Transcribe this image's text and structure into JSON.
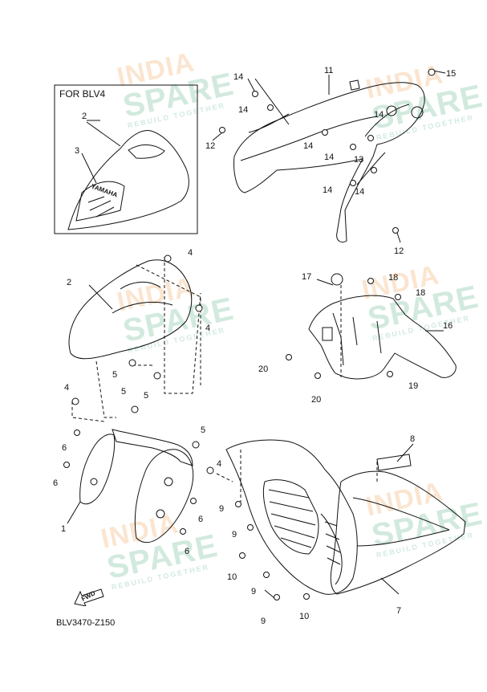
{
  "watermark": {
    "line1": "INDIA",
    "line2": "SPARE",
    "line3": "REBUILD TOGETHER"
  },
  "inset": {
    "title": "FOR BLV4",
    "decal_text": "YAMAHA"
  },
  "diagram_code": "BLV3470-Z150",
  "fwd_label": "FWD",
  "callouts": {
    "c1": "1",
    "c2": "2",
    "c3": "3",
    "c4": "4",
    "c5": "5",
    "c6": "6",
    "c7": "7",
    "c8": "8",
    "c9": "9",
    "c10": "10",
    "c11": "11",
    "c12": "12",
    "c13": "13",
    "c14": "14",
    "c15": "15",
    "c16": "16",
    "c17": "17",
    "c18": "18",
    "c19": "19",
    "c20": "20"
  }
}
